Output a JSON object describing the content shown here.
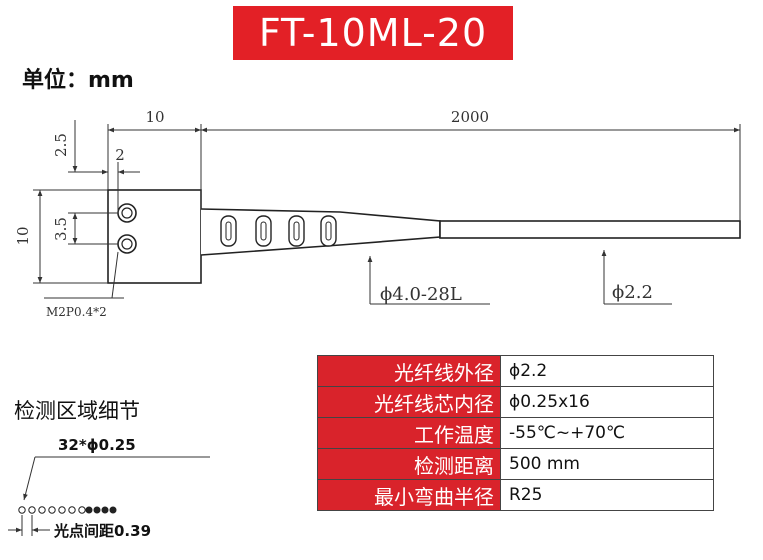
{
  "title": "FT-10ML-20",
  "unit_label": "单位：mm",
  "drawing": {
    "dim_10_top": "10",
    "dim_2000": "2000",
    "dim_2_5": "2.5",
    "dim_2": "2",
    "dim_3_5": "3.5",
    "dim_10_side": "10",
    "thread_note": "M2P0.4*2",
    "sleeve_note": "ϕ4.0-28L",
    "fiber_note": "ϕ2.2"
  },
  "detail": {
    "title": "检测区域细节",
    "count_label": "32*ϕ0.25",
    "pitch_label": "光点间距0.39"
  },
  "specs": [
    {
      "label": "光纤线外径",
      "value": "ϕ2.2"
    },
    {
      "label": "光纤线芯内径",
      "value": "ϕ0.25x16"
    },
    {
      "label": "工作温度",
      "value": "-55℃~+70℃"
    },
    {
      "label": "检测距离",
      "value": "500 mm"
    },
    {
      "label": "最小弯曲半径",
      "value": "R25"
    }
  ],
  "colors": {
    "accent": "#e32026",
    "table_label_bg": "#d9232b"
  }
}
